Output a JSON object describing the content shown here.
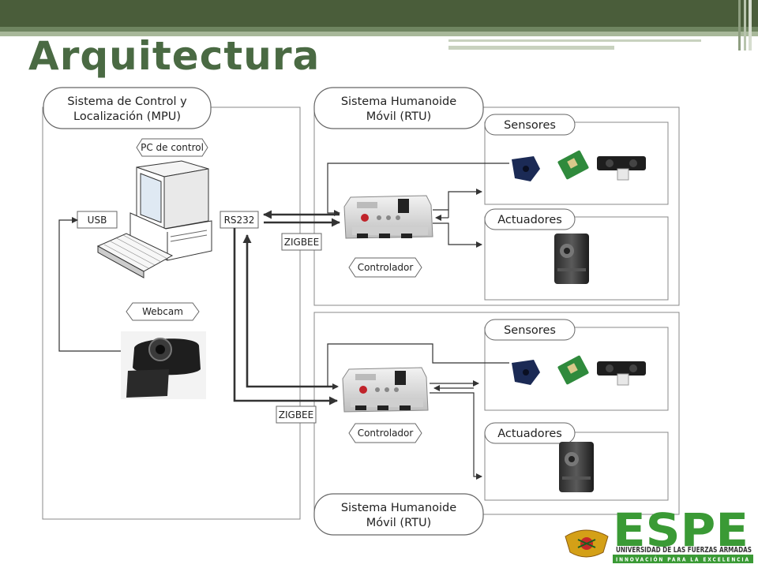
{
  "title": "Arquitectura",
  "colors": {
    "header_dark": "#4a5d3a",
    "header_stripe": "#a8b89a",
    "title": "#4a6a43",
    "logo_green": "#3a9a35"
  },
  "mpu": {
    "title_line1": "Sistema de Control y",
    "title_line2": "Localización (MPU)",
    "pc_label": "PC de control",
    "usb_label": "USB",
    "rs232_label": "RS232",
    "webcam_label": "Webcam"
  },
  "rtu_top": {
    "title_line1": "Sistema Humanoide",
    "title_line2": "Móvil (RTU)",
    "sensors_label": "Sensores",
    "actuators_label": "Actuadores",
    "controller_label": "Controlador",
    "zigbee_label": "ZIGBEE"
  },
  "rtu_bottom": {
    "title_line1": "Sistema Humanoide",
    "title_line2": "Móvil (RTU)",
    "sensors_label": "Sensores",
    "actuators_label": "Actuadores",
    "controller_label": "Controlador",
    "zigbee_label": "ZIGBEE"
  },
  "logo": {
    "text": "ESPE",
    "university": "UNIVERSIDAD DE LAS FUERZAS ARMADAS",
    "motto": "INNOVACIÓN PARA LA EXCELENCIA"
  }
}
